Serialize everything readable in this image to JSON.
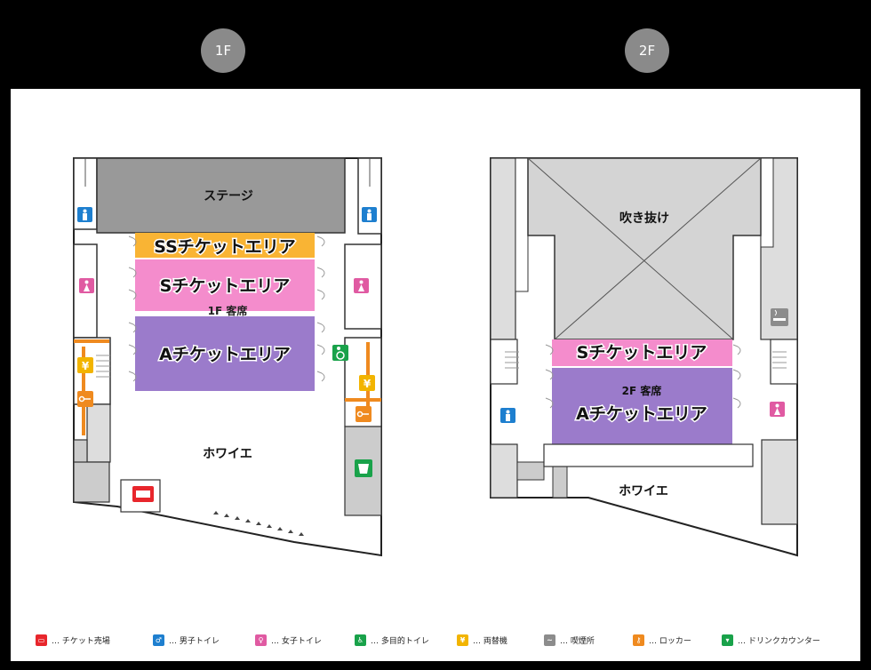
{
  "floors": {
    "f1": {
      "badge": "1F",
      "stage": "ステージ",
      "ss_area": "SSチケットエリア",
      "s_area": "Sチケットエリア",
      "seats": "1F 客席",
      "a_area": "Aチケットエリア",
      "foyer": "ホワイエ"
    },
    "f2": {
      "badge": "2F",
      "void": "吹き抜け",
      "s_area": "Sチケットエリア",
      "seats": "2F 客席",
      "a_area": "Aチケットエリア",
      "foyer": "ホワイエ"
    }
  },
  "legend": {
    "items": [
      {
        "label": "… チケット売場",
        "icon": "ticket-icon",
        "color": "#e8262c"
      },
      {
        "label": "… 男子トイレ",
        "icon": "mens-toilet-icon",
        "color": "#1e7fcf"
      },
      {
        "label": "… 女子トイレ",
        "icon": "womens-toilet-icon",
        "color": "#e05aa2"
      },
      {
        "label": "… 多目的トイレ",
        "icon": "accessible-toilet-icon",
        "color": "#19a24a"
      },
      {
        "label": "… 両替機",
        "icon": "money-exchange-icon",
        "color": "#f2b400"
      },
      {
        "label": "… 喫煙所",
        "icon": "smoking-icon",
        "color": "#8c8c8c"
      },
      {
        "label": "… ロッカー",
        "icon": "locker-icon",
        "color": "#ef8a1f"
      },
      {
        "label": "… ドリンクカウンター",
        "icon": "drink-counter-icon",
        "color": "#19a24a"
      }
    ]
  },
  "colors": {
    "ss_area": "#f9b434",
    "s_area": "#f48ccc",
    "a_area": "#9b7bcb",
    "stage": "#999999",
    "void": "#d4d4d4"
  }
}
